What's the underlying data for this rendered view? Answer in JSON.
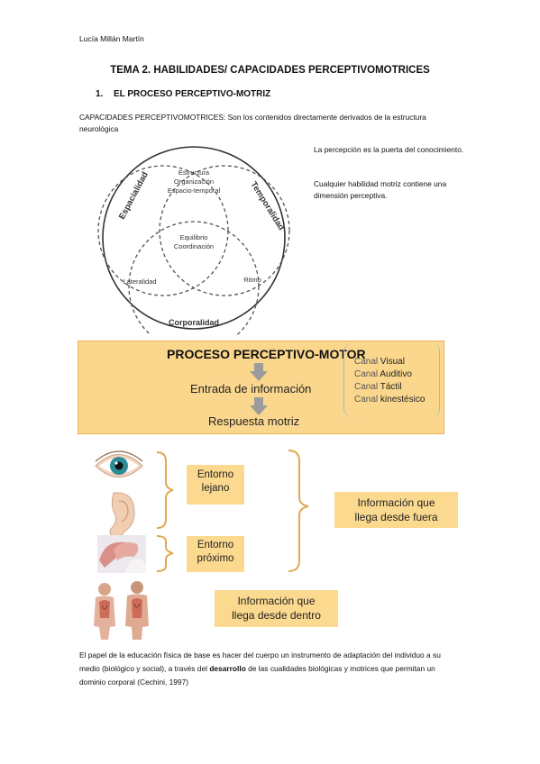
{
  "header": {
    "author": "Lucía Millán Martín"
  },
  "title": "TEMA 2. HABILIDADES/ CAPACIDADES PERCEPTIVOMOTRICES",
  "section": {
    "number": "1.",
    "label": "EL PROCESO PERCEPTIVO-MOTRIZ"
  },
  "intro": "CAPACIDADES PERCEPTIVOMOTRICES: Son los contenidos directamente derivados de la estructura neurológica",
  "side_notes": [
    "La percepción es la puerta del conocimiento.",
    "Cualquier habilidad motriz contiene una dimensión perceptiva."
  ],
  "venn": {
    "espacialidad": "Espacialidad",
    "temporalidad": "Temporalidad",
    "corporalidad": "Corporalidad",
    "top_lines": [
      "Estructura",
      "Organización",
      "Espacio-temporal"
    ],
    "center_lines": [
      "Equilibrio",
      "Coordinación"
    ],
    "lateralidad": "Lateralidad",
    "ritmo": "Ritmo"
  },
  "proceso": {
    "title": "PROCESO PERCEPTIVO-MOTOR",
    "entrada": "Entrada de información",
    "respuesta": "Respuesta motriz",
    "canales": [
      {
        "prefix": "Canal ",
        "name": "Visual"
      },
      {
        "prefix": "Canal ",
        "name": "Auditivo"
      },
      {
        "prefix": "Canal ",
        "name": "Táctil"
      },
      {
        "prefix": "Canal ",
        "name": "kinestésico"
      }
    ]
  },
  "entorno": {
    "lejano_lines": [
      "Entorno",
      "lejano"
    ],
    "proximo_lines": [
      "Entorno",
      "próximo"
    ],
    "fuera_lines": [
      "Información que",
      "llega desde fuera"
    ],
    "dentro_lines": [
      "Información que",
      "llega desde dentro"
    ]
  },
  "footer": {
    "before": "El papel de la educación física de base es hacer del cuerpo un instrumento de adaptación del individuo a su medio (biológico y social), a través del ",
    "bold": "desarrollo",
    "after": " de las cualidades biológicas y motrices que permitan un dominio corporal (Cechini, 1997)"
  },
  "colors": {
    "box_fill": "#fbd98f",
    "bracket": "#e0a955",
    "banner": "#fbd78e"
  }
}
